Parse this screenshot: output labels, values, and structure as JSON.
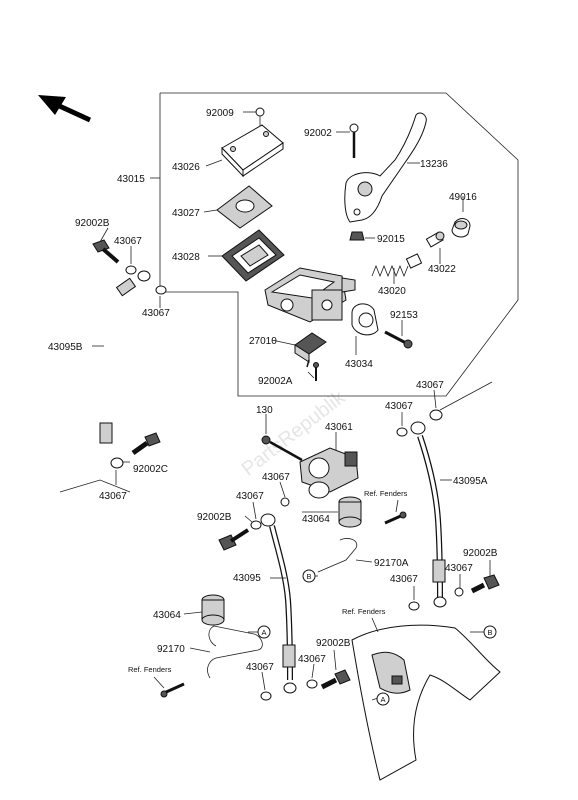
{
  "labels": {
    "l92009": "92009",
    "l92002_top": "92002",
    "l13236": "13236",
    "l43026": "43026",
    "l43015": "43015",
    "l49016": "49016",
    "l43027": "43027",
    "l92015": "92015",
    "l43028": "43028",
    "l43022": "43022",
    "l92002B_left": "92002B",
    "l43067_a": "43067",
    "l43020": "43020",
    "l43067_b": "43067",
    "l92153": "92153",
    "l43095B": "43095B",
    "l27010": "27010",
    "l43034": "43034",
    "l92002A": "92002A",
    "l43067_c": "43067",
    "l130": "130",
    "l43061": "43061",
    "l43067_d": "43067",
    "l92002C": "92002C",
    "l43067_e": "43067",
    "l43067_f": "43067",
    "l43095A": "43095A",
    "l43067_g": "43067",
    "l43064_a": "43064",
    "l92002B_mid": "92002B",
    "l92170A": "92170A",
    "l43095": "43095",
    "l92002B_right": "92002B",
    "l43067_h": "43067",
    "l43067_i": "43067",
    "l43064_b": "43064",
    "l92170": "92170",
    "l92002B_bottom": "92002B",
    "l43067_j": "43067",
    "l43067_k": "43067"
  },
  "ref_labels": {
    "fenders_1": "Ref. Fenders",
    "fenders_2": "Ref. Fenders",
    "fenders_3": "Ref. Fenders"
  },
  "callouts": {
    "a1": "A",
    "a2": "A",
    "b1": "B",
    "b2": "B"
  },
  "watermark": "PartsRepublik"
}
